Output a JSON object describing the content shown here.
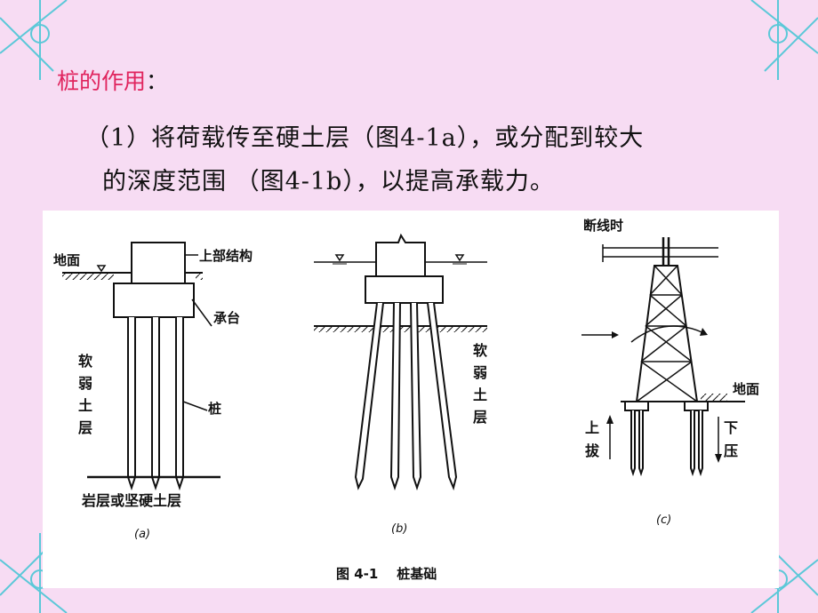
{
  "slide": {
    "heading": "桩的作用",
    "heading_colon": "：",
    "body_line1": "（1）将荷载传至硬土层（图4-1a），或分配到较大",
    "body_line2": "的深度范围 （图4-1b），以提高承载力。"
  },
  "figure": {
    "a": {
      "ground": "地面",
      "superstructure": "上部结构",
      "cap": "承台",
      "soft_soil": [
        "软",
        "弱",
        "土",
        "层"
      ],
      "pile": "桩",
      "hard_layer": "岩层或坚硬土层",
      "caption": "(a)"
    },
    "b": {
      "soft_soil": [
        "软",
        "弱",
        "土",
        "层"
      ],
      "caption": "(b)"
    },
    "c": {
      "broken_wire": "断线时",
      "ground": "地面",
      "uplift": [
        "上",
        "拔"
      ],
      "compress": [
        "下",
        "压"
      ],
      "caption": "(c)"
    },
    "caption": "图 4-1    桩基础"
  },
  "colors": {
    "background": "#f7dcf3",
    "accent": "#e0245e",
    "corner": "#5bc8d8"
  }
}
